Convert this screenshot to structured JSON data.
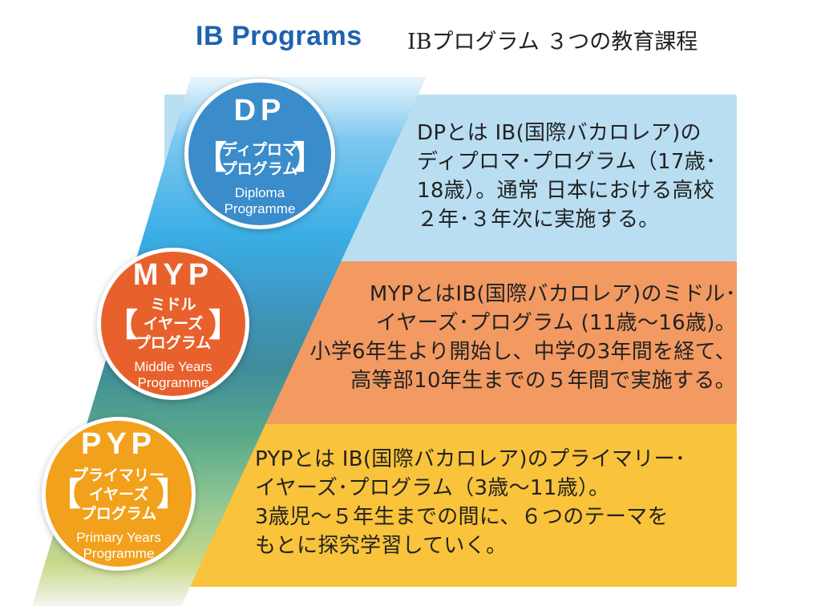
{
  "header": {
    "title_en": "IB Programs",
    "title_jp": "IBプログラム ３つの教育課程"
  },
  "programs": [
    {
      "abbr": "DP",
      "name_jp": "ディプロマ\nプログラム",
      "name_en": "Diploma\nProgramme",
      "description": "DPとは IB(国際バカロレア)の\nディプロマ･プログラム（17歳･\n18歳）。通常 日本における高校\n２年･３年次に実施する。",
      "circle_color": "#3a8ccb",
      "band_color": "#b9def2"
    },
    {
      "abbr": "MYP",
      "name_jp": "ミドル\nイヤーズ\nプログラム",
      "name_en": "Middle Years\nProgramme",
      "description": "MYPとはIB(国際バカロレア)のミドル･\nイヤーズ･プログラム (11歳～16歳)。\n小学6年生より開始し、中学の3年間を経て、\n高等部10年生までの５年間で実施する。",
      "circle_color": "#e8612c",
      "band_color": "#f29a62"
    },
    {
      "abbr": "PYP",
      "name_jp": "プライマリー\nイヤーズ\nプログラム",
      "name_en": "Primary Years\nProgramme",
      "description": "PYPとは IB(国際バカロレア)のプライマリー･\nイヤーズ･プログラム（3歳～11歳）。\n3歳児～５年生までの間に、６つのテーマを\nもとに探究学習していく。",
      "circle_color": "#f1a11b",
      "band_color": "#f9c33b"
    }
  ]
}
